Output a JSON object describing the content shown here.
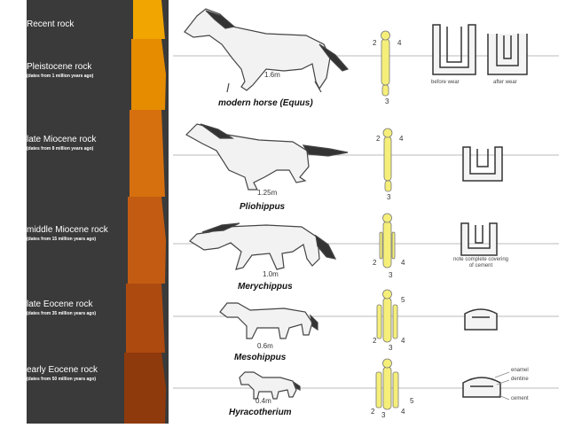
{
  "layers": [
    {
      "rock": "Recent rock",
      "date": ""
    },
    {
      "rock": "Pleistocene rock",
      "date": "(dates from 1 million years ago)"
    },
    {
      "rock": "late Miocene rock",
      "date": "(dates from 8 million years ago)"
    },
    {
      "rock": "middle Miocene rock",
      "date": "(dates from 15 million years ago)"
    },
    {
      "rock": "late Eocene rock",
      "date": "(dates from 35 million years ago)"
    },
    {
      "rock": "early Eocene rock",
      "date": "(dates from 50 million years ago)"
    }
  ],
  "horses": [
    {
      "name": "modern horse (Equus)",
      "size": "1.6m"
    },
    {
      "name": "Pliohippus",
      "size": "1.25m"
    },
    {
      "name": "Merychippus",
      "size": "1.0m"
    },
    {
      "name": "Mesohippus",
      "size": "0.6m"
    },
    {
      "name": "Hyracotherium",
      "size": "0.4m"
    }
  ],
  "digits": {
    "equus": [
      "2",
      "4",
      "3"
    ],
    "pliohippus": [
      "2",
      "4",
      "3"
    ],
    "merychippus": [
      "2",
      "4",
      "3"
    ],
    "mesohippus": [
      "5",
      "2",
      "4",
      "3"
    ],
    "hyracotherium": [
      "5",
      "2",
      "4",
      "3"
    ]
  },
  "teeth": {
    "before_wear": "before wear",
    "after_wear": "after wear",
    "cement_note": "note complete covering of cement",
    "enamel": "enamel",
    "dentine": "dentine",
    "cement": "cement"
  },
  "colors": {
    "panel": "#3a3a3a",
    "strata": [
      "#f0a500",
      "#e58c00",
      "#d6700f",
      "#c35c12",
      "#ad4a10",
      "#8f3a0c"
    ],
    "bone": "#f5ef7a"
  }
}
